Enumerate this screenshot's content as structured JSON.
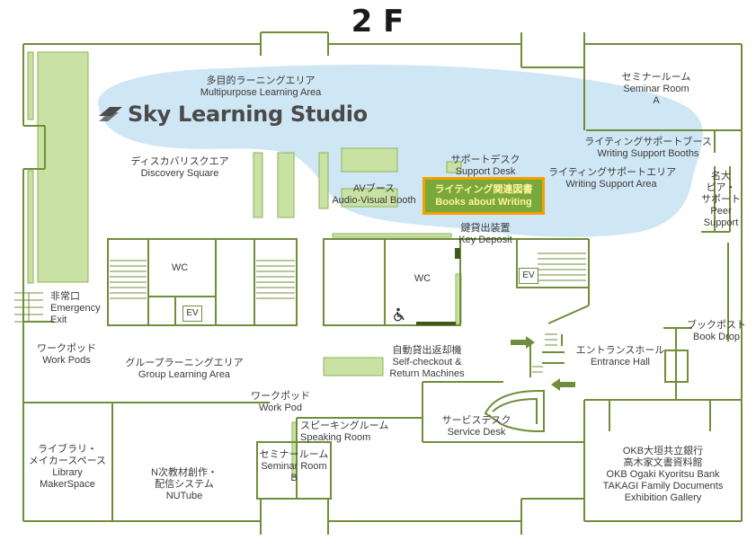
{
  "floor": "2 F",
  "brand": {
    "name": "Sky Learning Studio",
    "logo_icon": "sky-learning-studio-logo-icon"
  },
  "colors": {
    "wall": "#6f8d3a",
    "area_fill": "#c9e2a4",
    "sky": "#cfe6f4",
    "highlight_border": "#f2a100",
    "highlight_fill": "#7ba83a",
    "highlight_text": "#fff5a0"
  },
  "highlight": {
    "jp": "ライティング関連図書",
    "en": "Books about Writing"
  },
  "labels": {
    "multipurpose_jp": "多目的ラーニングエリア",
    "multipurpose_en": "Multipurpose Learning Area",
    "discovery_jp": "ディスカバリスクエア",
    "discovery_en": "Discovery Square",
    "av_jp": "AVブース",
    "av_en": "Audio-Visual Booth",
    "support_desk_jp": "サポートデスク",
    "support_desk_en": "Support Desk",
    "seminar_a_jp": "セミナールーム",
    "seminar_a_en": "Seminar Room",
    "seminar_a_id": "A",
    "booths_jp": "ライティングサポートブース",
    "booths_en": "Writing Support Booths",
    "wsa_jp": "ライティングサポートエリア",
    "wsa_en": "Writing Support Area",
    "peer_jp1": "名大",
    "peer_jp2": "ピア・",
    "peer_jp3": "サポート",
    "peer_en1": "Peer",
    "peer_en2": "Support",
    "key_jp": "鍵貸出装置",
    "key_en": "Key Deposit",
    "wc": "WC",
    "wc2": "WC",
    "ev1": "EV",
    "ev2": "EV",
    "emergency_jp": "非常口",
    "emergency_en1": "Emergency",
    "emergency_en2": "Exit",
    "workpods_jp": "ワークポッド",
    "workpods_en": "Work Pods",
    "group_jp": "グループラーニングエリア",
    "group_en": "Group Learning Area",
    "selfcheck_jp": "自動貸出返却機",
    "selfcheck_en1": "Self-checkout &",
    "selfcheck_en2": "Return Machines",
    "bookpost_jp": "ブックポスト",
    "bookpost_en": "Book Drop",
    "entrance_jp": "エントランスホール",
    "entrance_en": "Entrance Hall",
    "workpod_jp": "ワークポッド",
    "workpod_en": "Work Pod",
    "speaking_jp": "スピーキングルーム",
    "speaking_en": "Speaking Room",
    "service_jp": "サービスデスク",
    "service_en": "Service Desk",
    "library_jp1": "ライブラリ・",
    "library_jp2": "メイカースペース",
    "library_en1": "Library",
    "library_en2": "MakerSpace",
    "nutube_jp1": "N次教材創作・",
    "nutube_jp2": "配信システム",
    "nutube_en": "NUTube",
    "seminar_b_jp": "セミナールーム",
    "seminar_b_en": "Seminar Room",
    "seminar_b_id": "B",
    "okb_jp1": "OKB大垣共立銀行",
    "okb_jp2": "高木家文書資料館",
    "okb_en1": "OKB Ogaki Kyoritsu Bank",
    "okb_en2": "TAKAGI Family Documents",
    "okb_en3": "Exhibition Gallery"
  },
  "icons": {
    "accessible": "wheelchair-icon",
    "arrow": "entrance-arrow-icon"
  }
}
